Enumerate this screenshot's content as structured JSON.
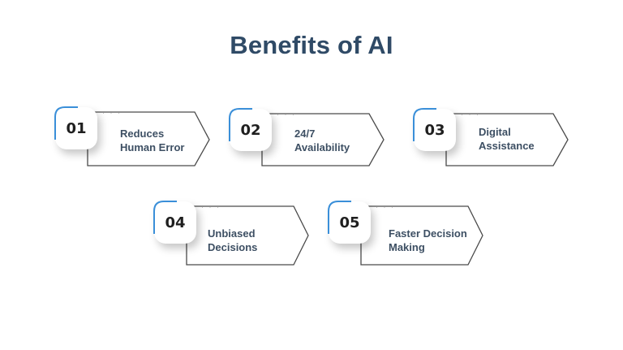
{
  "title": "Benefits of AI",
  "accent_color": "#3a8fd9",
  "items": [
    {
      "number": "01",
      "line1": "Reduces",
      "line2": "Human Error"
    },
    {
      "number": "02",
      "line1": "24/7",
      "line2": "Availability"
    },
    {
      "number": "03",
      "line1": "Digital",
      "line2": "Assistance"
    },
    {
      "number": "04",
      "line1": "Unbiased",
      "line2": "Decisions"
    },
    {
      "number": "05",
      "line1": "Faster Decision",
      "line2": "Making"
    }
  ]
}
